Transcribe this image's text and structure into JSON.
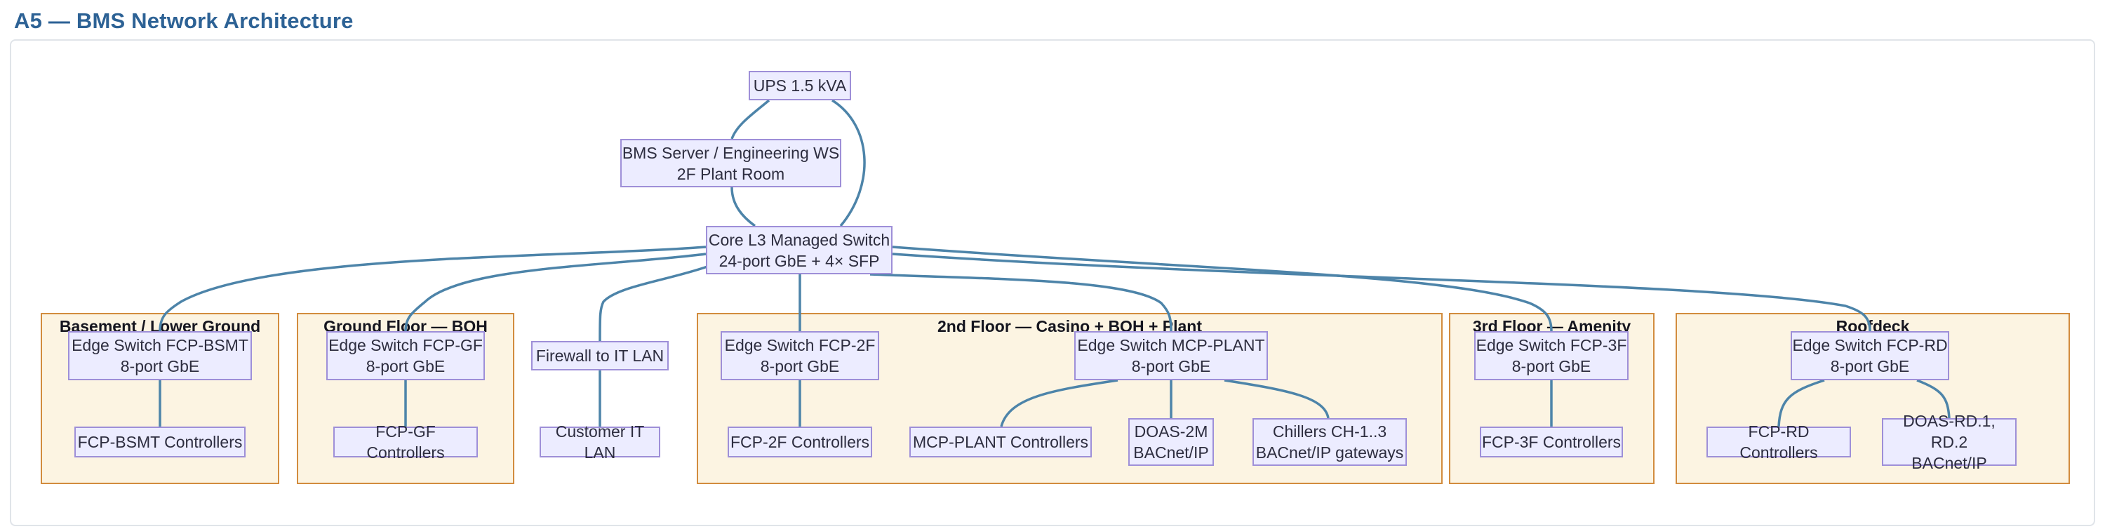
{
  "page": {
    "title": "A5 — BMS Network Architecture"
  },
  "colors": {
    "title_text": "#2d6295",
    "node_fill": "#ececff",
    "node_border": "#9e8fd8",
    "cluster_fill": "#fcf4e2",
    "cluster_border": "#d28c3e",
    "edge_stroke": "#4d84a9",
    "panel_border": "#e0e4e9"
  },
  "diagram": {
    "nodes": {
      "ups": {
        "lines": [
          "UPS 1.5 kVA"
        ]
      },
      "bms": {
        "lines": [
          "BMS Server / Engineering WS",
          "2F Plant Room"
        ]
      },
      "core": {
        "lines": [
          "Core L3 Managed Switch",
          "24-port GbE + 4× SFP"
        ]
      },
      "sw_bsmt": {
        "lines": [
          "Edge Switch FCP-BSMT",
          "8-port GbE"
        ]
      },
      "ctl_bsmt": {
        "lines": [
          "FCP-BSMT Controllers"
        ]
      },
      "sw_gf": {
        "lines": [
          "Edge Switch FCP-GF",
          "8-port GbE"
        ]
      },
      "ctl_gf": {
        "lines": [
          "FCP-GF Controllers"
        ]
      },
      "firewall": {
        "lines": [
          "Firewall to IT LAN"
        ]
      },
      "itlan": {
        "lines": [
          "Customer IT LAN"
        ]
      },
      "sw_2f": {
        "lines": [
          "Edge Switch FCP-2F",
          "8-port GbE"
        ]
      },
      "ctl_2f": {
        "lines": [
          "FCP-2F Controllers"
        ]
      },
      "sw_mcp": {
        "lines": [
          "Edge Switch MCP-PLANT",
          "8-port GbE"
        ]
      },
      "ctl_mcp": {
        "lines": [
          "MCP-PLANT Controllers"
        ]
      },
      "doas2m": {
        "lines": [
          "DOAS-2M",
          "BACnet/IP"
        ]
      },
      "chillers": {
        "lines": [
          "Chillers CH-1..3",
          "BACnet/IP gateways"
        ]
      },
      "sw_3f": {
        "lines": [
          "Edge Switch FCP-3F",
          "8-port GbE"
        ]
      },
      "ctl_3f": {
        "lines": [
          "FCP-3F Controllers"
        ]
      },
      "sw_rd": {
        "lines": [
          "Edge Switch FCP-RD",
          "8-port GbE"
        ]
      },
      "ctl_rd": {
        "lines": [
          "FCP-RD Controllers"
        ]
      },
      "doasrd": {
        "lines": [
          "DOAS-RD.1, RD.2",
          "BACnet/IP"
        ]
      }
    },
    "clusters": {
      "basement": {
        "title": "Basement / Lower Ground"
      },
      "ground": {
        "title": "Ground Floor — BOH"
      },
      "second": {
        "title": "2nd Floor — Casino + BOH + Plant"
      },
      "third": {
        "title": "3rd Floor — Amenity"
      },
      "roof": {
        "title": "Roofdeck"
      }
    },
    "edges": [
      {
        "from": "ups",
        "to": "bms"
      },
      {
        "from": "ups",
        "to": "core"
      },
      {
        "from": "bms",
        "to": "core"
      },
      {
        "from": "core",
        "to": "sw_bsmt"
      },
      {
        "from": "core",
        "to": "sw_gf"
      },
      {
        "from": "core",
        "to": "firewall"
      },
      {
        "from": "core",
        "to": "sw_2f"
      },
      {
        "from": "core",
        "to": "sw_mcp"
      },
      {
        "from": "core",
        "to": "sw_3f"
      },
      {
        "from": "core",
        "to": "sw_rd"
      },
      {
        "from": "sw_bsmt",
        "to": "ctl_bsmt"
      },
      {
        "from": "sw_gf",
        "to": "ctl_gf"
      },
      {
        "from": "firewall",
        "to": "itlan"
      },
      {
        "from": "sw_2f",
        "to": "ctl_2f"
      },
      {
        "from": "sw_mcp",
        "to": "ctl_mcp"
      },
      {
        "from": "sw_mcp",
        "to": "doas2m"
      },
      {
        "from": "sw_mcp",
        "to": "chillers"
      },
      {
        "from": "sw_3f",
        "to": "ctl_3f"
      },
      {
        "from": "sw_rd",
        "to": "ctl_rd"
      },
      {
        "from": "sw_rd",
        "to": "doasrd"
      }
    ]
  }
}
